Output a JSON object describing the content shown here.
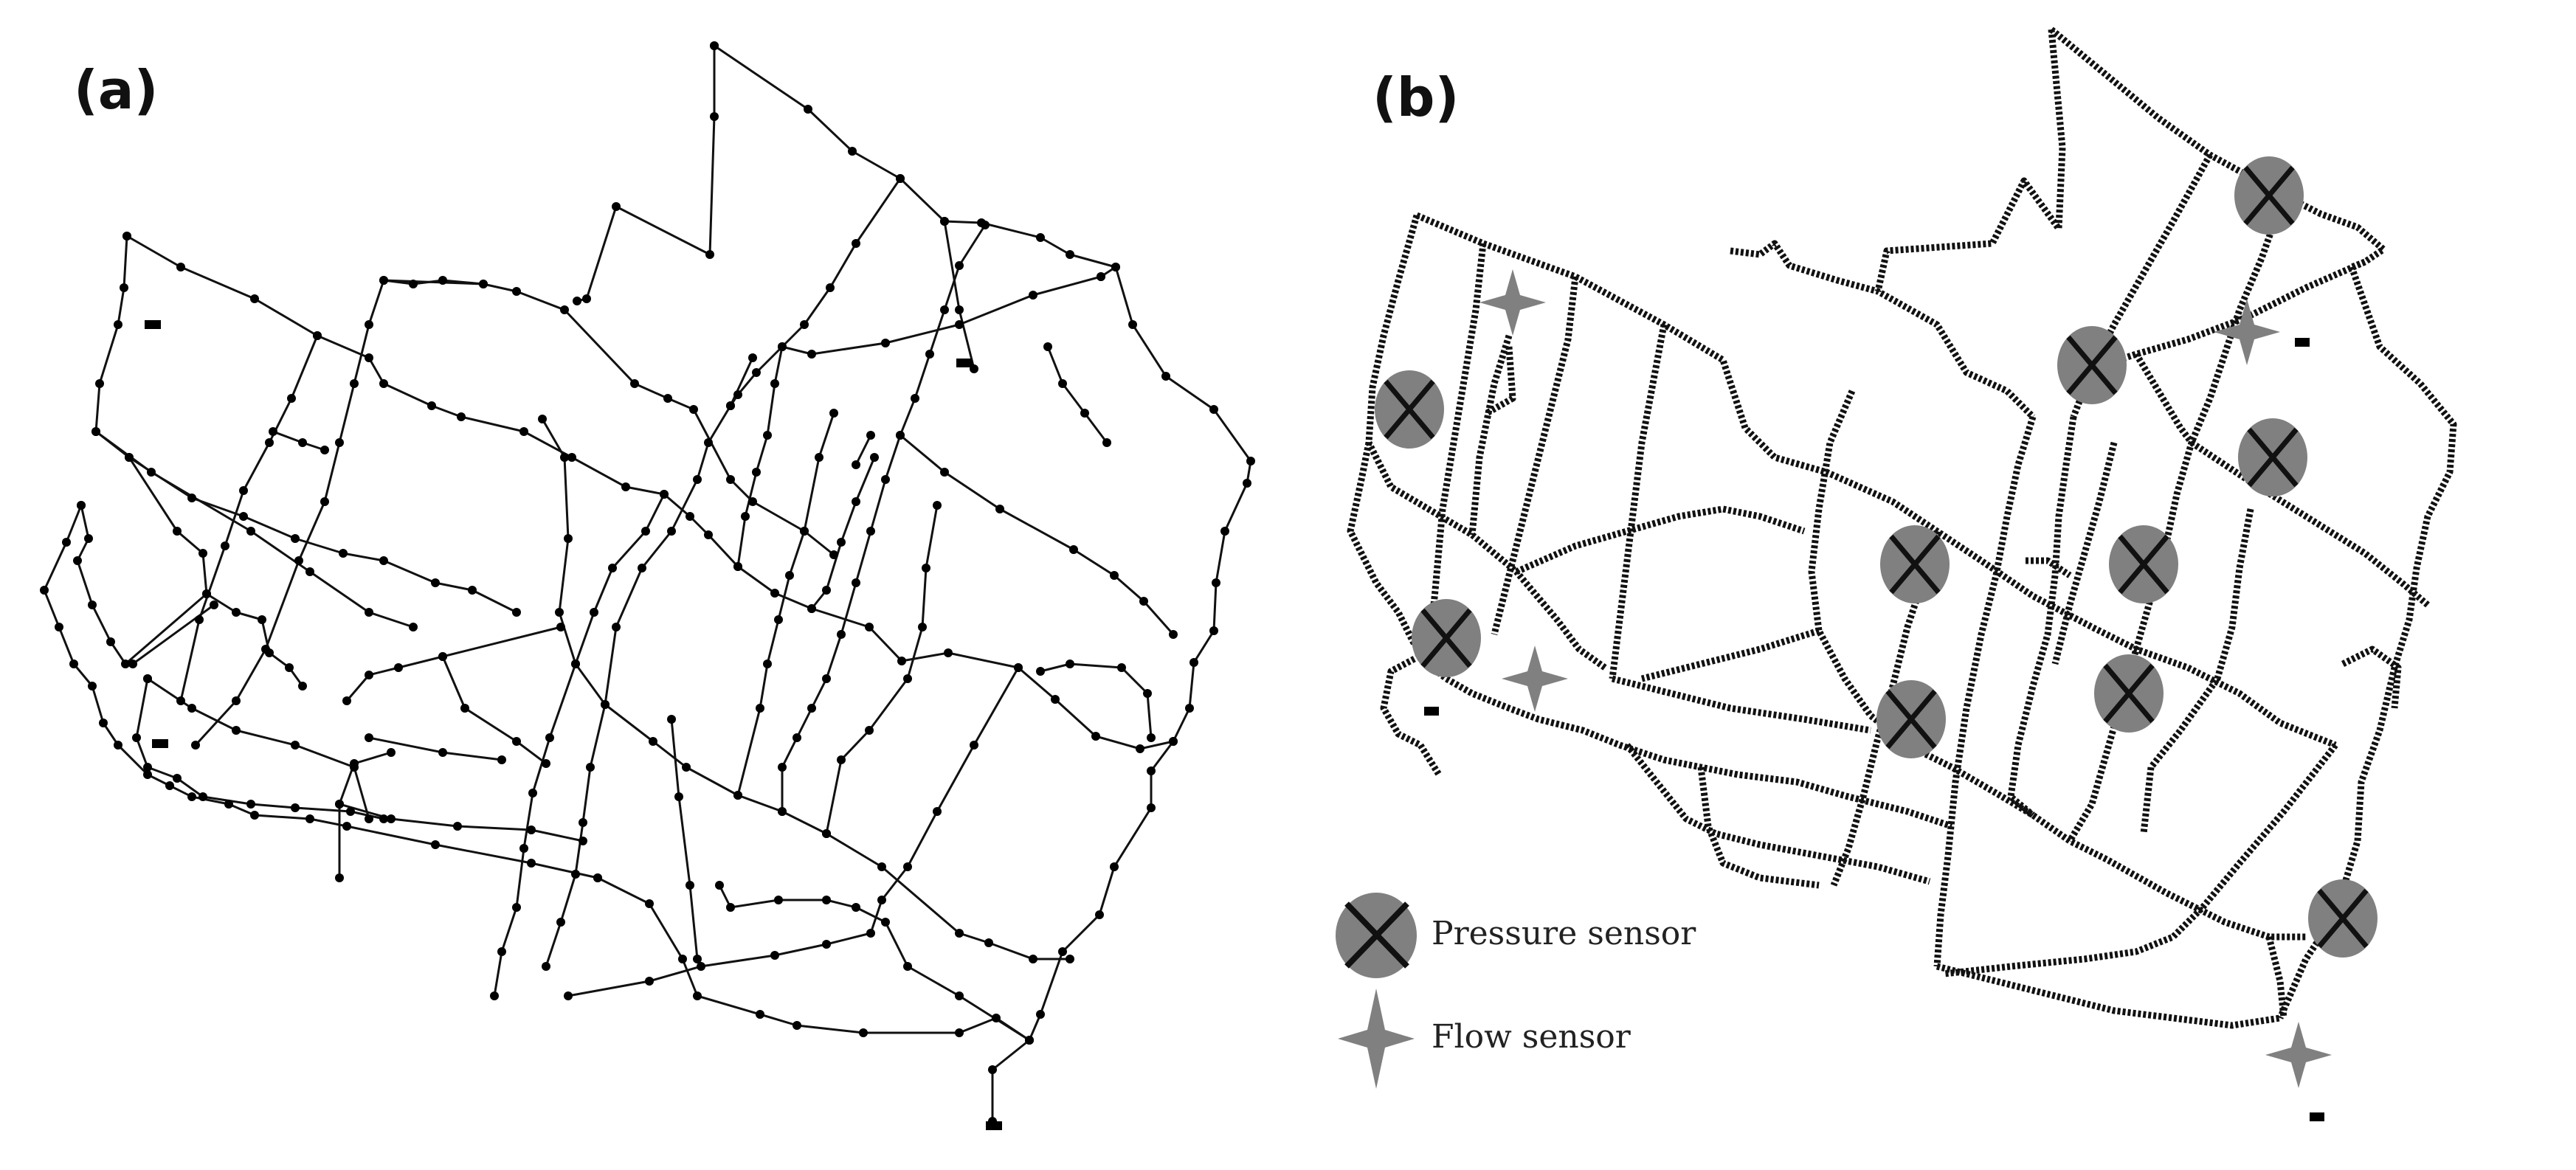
{
  "panels": {
    "a": {
      "label": "(a)"
    },
    "b": {
      "label": "(b)"
    }
  },
  "legend": {
    "pressure_sensor": "Pressure sensor",
    "flow_sensor": "Flow sensor"
  },
  "colors": {
    "pipe": "#111111",
    "node": "#000000",
    "sensor_fill": "#808080",
    "sensor_mark": "#111111"
  }
}
